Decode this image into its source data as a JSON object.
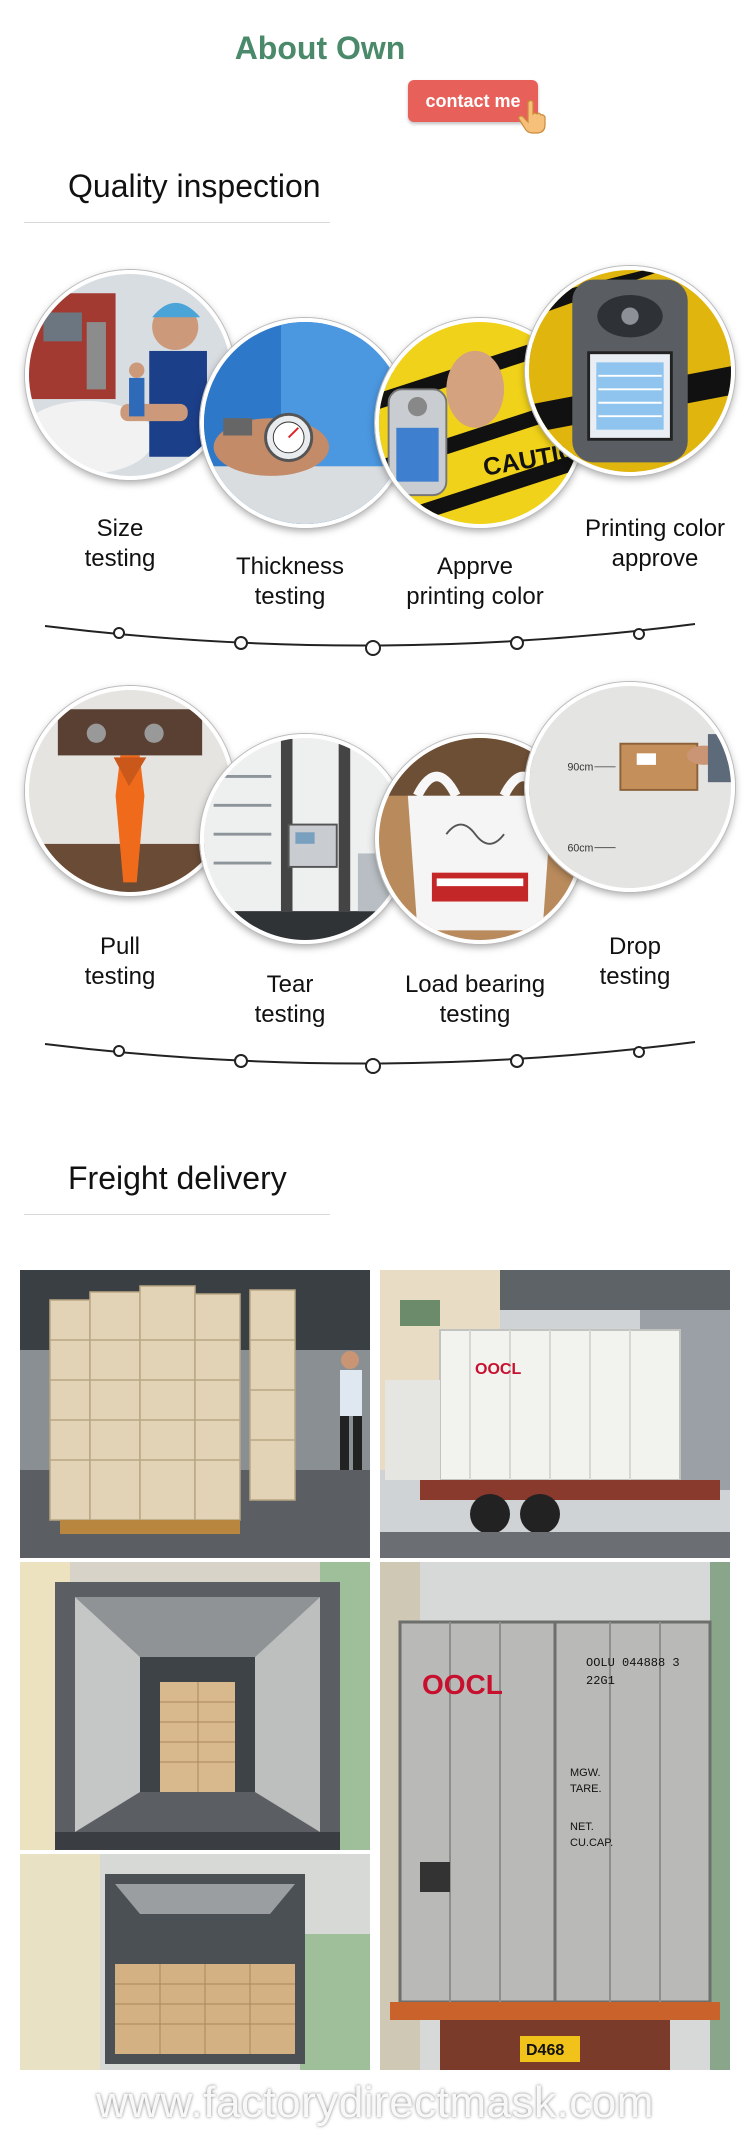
{
  "header": {
    "title": "About Own",
    "contact_label": "contact me"
  },
  "quality": {
    "title": "Quality inspection",
    "row1": [
      {
        "line1": "Size",
        "line2": "testing"
      },
      {
        "line1": "Thickness",
        "line2": "testing"
      },
      {
        "line1": "Apprve",
        "line2": "printing color"
      },
      {
        "line1": "Printing color",
        "line2": "approve"
      }
    ],
    "row2": [
      {
        "line1": "Pull",
        "line2": "testing"
      },
      {
        "line1": "Tear",
        "line2": "testing"
      },
      {
        "line1": "Load bearing",
        "line2": "testing"
      },
      {
        "line1": "Drop",
        "line2": "testing"
      }
    ],
    "drop_marks": {
      "upper": "90cm",
      "lower": "60cm"
    },
    "gauge_text": "CAUTION"
  },
  "freight": {
    "title": "Freight delivery",
    "container_brand": "OOCL",
    "container_id": "OOLU 044888 3",
    "container_type": "22G1",
    "container_specs": [
      "MGW.",
      "TARE.",
      "NET.",
      "CU.CAP."
    ],
    "plate": "D468"
  },
  "watermark": "www.factorydirectmask.com",
  "colors": {
    "accent_green": "#4a8a6a",
    "button": "#e8605a",
    "text": "#111111"
  }
}
